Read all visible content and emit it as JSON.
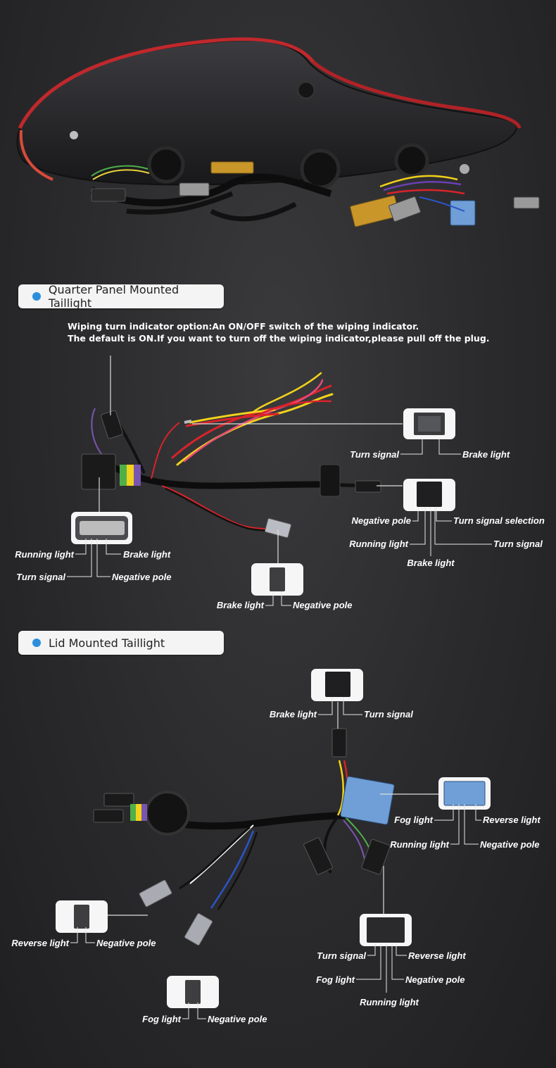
{
  "sections": {
    "quarter": {
      "title": "Quarter Panel Mounted Taillight"
    },
    "lid": {
      "title": "Lid Mounted Taillight"
    }
  },
  "note": {
    "line1": "Wiping turn indicator option:An ON/OFF switch of the wiping indicator.",
    "line2": "The default is ON.If you want to turn off the wiping indicator,please pull off the plug."
  },
  "labels": {
    "q_top_turn": "Turn signal",
    "q_top_brake": "Brake light",
    "q_left_running": "Running light",
    "q_left_brake": "Brake light",
    "q_left_turn": "Turn signal",
    "q_left_negative": "Negative pole",
    "q_right_negative": "Negative pole",
    "q_right_selection": "Turn signal selection",
    "q_right_running": "Running light",
    "q_right_turn": "Turn signal",
    "q_right_brake": "Brake light",
    "q_bottom_brake": "Brake light",
    "q_bottom_negative": "Negative pole",
    "l_top_brake": "Brake light",
    "l_top_turn": "Turn signal",
    "l_blue_fog": "Fog light",
    "l_blue_reverse": "Reverse light",
    "l_blue_running": "Running light",
    "l_blue_negative": "Negative pole",
    "l_left_reverse": "Reverse light",
    "l_left_negative": "Negative pole",
    "l_bottom_fog": "Fog light",
    "l_bottom_negative": "Negative pole",
    "l_right_turn": "Turn signal",
    "l_right_reverse": "Reverse light",
    "l_right_fog": "Fog light",
    "l_right_negative": "Negative pole",
    "l_right_running": "Running light"
  },
  "colors": {
    "accent": "#2b8fdc",
    "connector_blue": "#6f9fd6",
    "brake_red": "#d9232a",
    "turn_yellow": "#f2d21b",
    "resistor_gold": "#c9962a"
  }
}
